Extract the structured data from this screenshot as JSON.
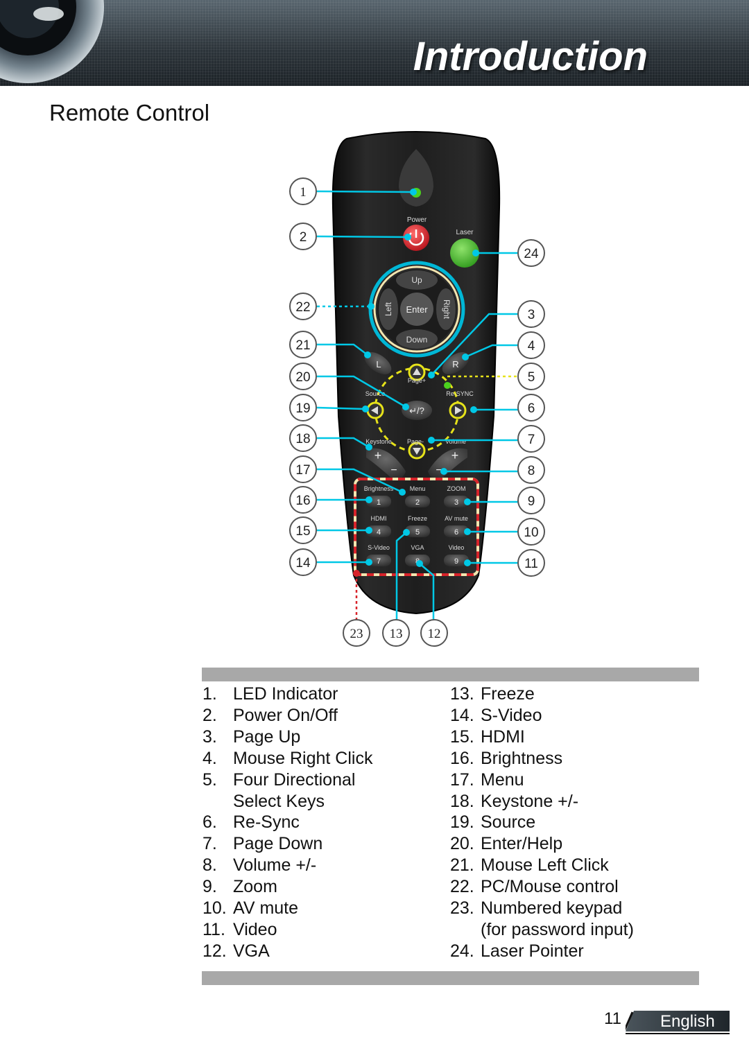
{
  "header": {
    "title": "Introduction"
  },
  "section": {
    "title": "Remote Control"
  },
  "remote": {
    "buttons": {
      "power": "Power",
      "laser": "Laser",
      "up": "Up",
      "left": "Left",
      "enter": "Enter",
      "right": "Right",
      "down": "Down",
      "l": "L",
      "r": "R",
      "page_up": "Page+",
      "source": "Source",
      "resync": "Re-SYNC",
      "enter_help": "↵/?",
      "keystone": "Keystone",
      "page_down": "Page-",
      "volume": "Volume",
      "plus": "+",
      "minus": "−",
      "brightness": "Brightness",
      "menu": "Menu",
      "zoom": "ZOOM",
      "hdmi": "HDMI",
      "freeze": "Freeze",
      "av_mute": "AV mute",
      "svideo": "S-Video",
      "vga": "VGA",
      "video": "Video",
      "key1": "1",
      "key2": "2",
      "key3": "3",
      "key4": "4",
      "key5": "5",
      "key6": "6",
      "key7": "7",
      "key8": "8",
      "key9": "9"
    },
    "callouts": {
      "c1": "1",
      "c2": "2",
      "c3": "3",
      "c4": "4",
      "c5": "5",
      "c6": "6",
      "c7": "7",
      "c8": "8",
      "c9": "9",
      "c10": "10",
      "c11": "11",
      "c12": "12",
      "c13": "13",
      "c14": "14",
      "c15": "15",
      "c16": "16",
      "c17": "17",
      "c18": "18",
      "c19": "19",
      "c20": "20",
      "c21": "21",
      "c22": "22",
      "c23": "23",
      "c24": "24"
    },
    "colors": {
      "body": "#1b1b1b",
      "power": "#d9232b",
      "laser": "#3fae2a",
      "leader": "#00c8e6",
      "ring_cyan": "#00b7d6",
      "ring_cream": "#f3e6b0",
      "yellow_dash": "#e6e21a",
      "red_dash": "#d8232a"
    }
  },
  "legend": {
    "left": [
      {
        "num": "1.",
        "text": "LED Indicator"
      },
      {
        "num": "2.",
        "text": "Power On/Off"
      },
      {
        "num": "3.",
        "text": "Page Up"
      },
      {
        "num": "4.",
        "text": "Mouse Right Click"
      },
      {
        "num": "5.",
        "text": "Four Directional",
        "cont": "Select Keys"
      },
      {
        "num": "6.",
        "text": "Re-Sync"
      },
      {
        "num": "7.",
        "text": "Page Down"
      },
      {
        "num": "8.",
        "text": "Volume +/-"
      },
      {
        "num": "9.",
        "text": "Zoom"
      },
      {
        "num": "10.",
        "text": "AV mute"
      },
      {
        "num": "11.",
        "text": "Video"
      },
      {
        "num": "12.",
        "text": "VGA"
      }
    ],
    "right": [
      {
        "num": "13.",
        "text": "Freeze"
      },
      {
        "num": "14.",
        "text": "S-Video"
      },
      {
        "num": "15.",
        "text": "HDMI"
      },
      {
        "num": "16.",
        "text": "Brightness"
      },
      {
        "num": "17.",
        "text": "Menu"
      },
      {
        "num": "18.",
        "text": "Keystone +/-"
      },
      {
        "num": "19.",
        "text": "Source"
      },
      {
        "num": "20.",
        "text": "Enter/Help"
      },
      {
        "num": "21.",
        "text": "Mouse Left Click"
      },
      {
        "num": "22.",
        "text": "PC/Mouse control"
      },
      {
        "num": "23.",
        "text": "Numbered keypad",
        "cont": "(for password input)"
      },
      {
        "num": "24.",
        "text": "Laser Pointer"
      }
    ]
  },
  "footer": {
    "page_number": "11",
    "language": "English"
  }
}
